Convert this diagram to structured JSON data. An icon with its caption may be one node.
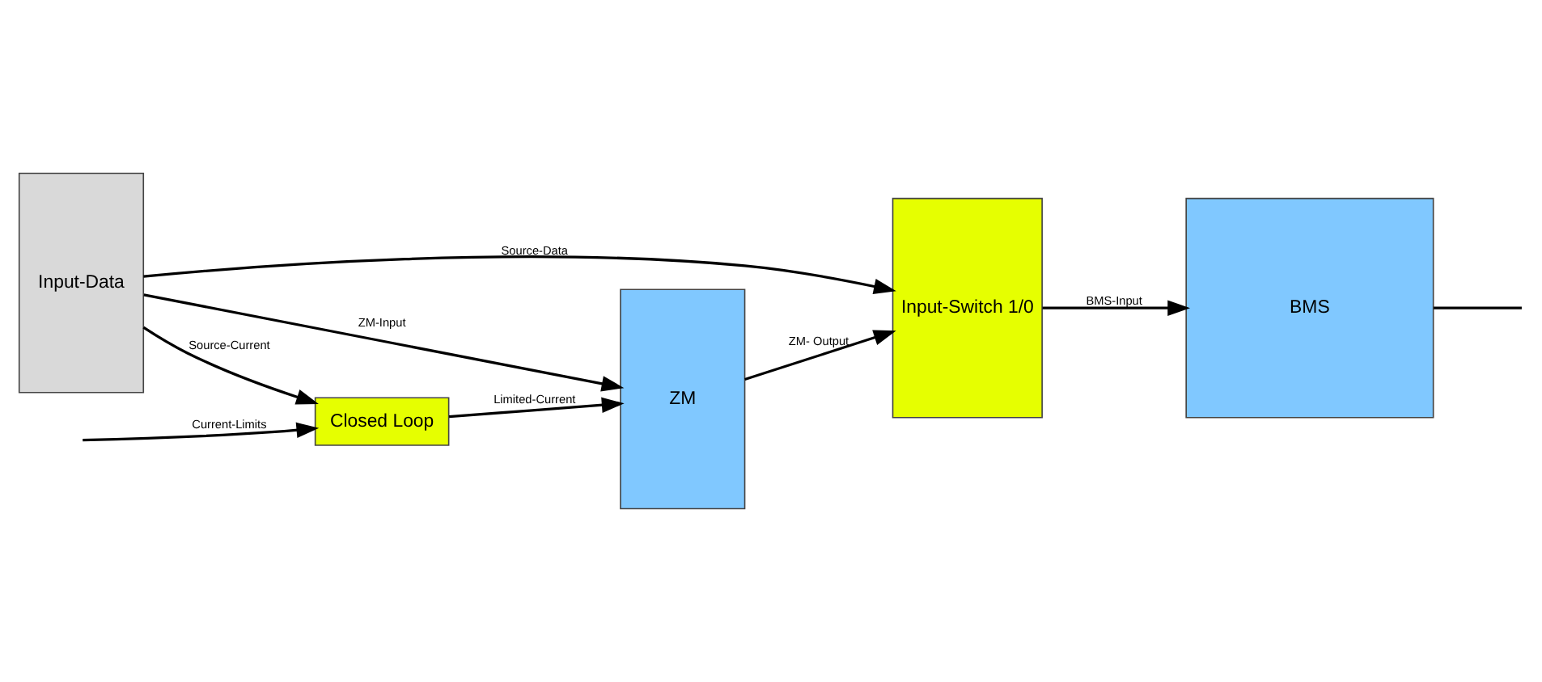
{
  "diagram": {
    "nodes": [
      {
        "text": [
          "Closed Loop"
        ]
      },
      {
        "text": [
          "Input-Data"
        ]
      },
      {
        "text": [
          "ZM"
        ]
      },
      {
        "text": [
          "Input-Switch 1/0"
        ]
      },
      {
        "text": [
          "BMS"
        ]
      }
    ],
    "edges": [
      {
        "from": 1,
        "to": 2,
        "arrow": "to",
        "label": "ZM-Input"
      },
      {
        "from": 1,
        "to": 0,
        "arrow": "to",
        "label": "Source-Current"
      },
      {
        "from": 0,
        "to": 2,
        "arrow": "to",
        "label": "Limited-Current"
      },
      {
        "from": 2,
        "to": 3,
        "arrow": "to",
        "label": "ZM- Output"
      },
      {
        "from": 3,
        "to": 4,
        "arrow": "to",
        "label": "BMS-Input"
      },
      {
        "from": 1,
        "to": 3,
        "arrow": "to",
        "label": "Source-Data"
      },
      {
        "from": 4,
        "to": null,
        "arrow": "none"
      },
      {
        "from": null,
        "to": 0,
        "arrow": "to",
        "label": "Current-Limits"
      }
    ]
  }
}
